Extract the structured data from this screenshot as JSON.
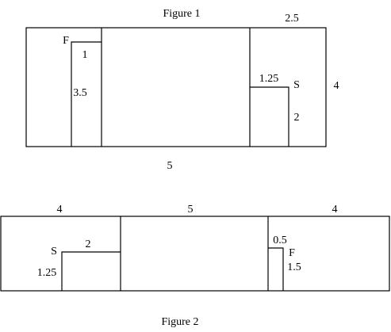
{
  "figure1": {
    "title": "Figure 1",
    "labels": {
      "top_right_width": "2.5",
      "right_height": "4",
      "bottom_length": "5",
      "f_letter": "F",
      "f_width": "1",
      "f_height": "3.5",
      "s_letter": "S",
      "s_width": "1.25",
      "s_height": "2"
    }
  },
  "figure2": {
    "title": "Figure 2",
    "labels": {
      "left_width": "4",
      "middle_width": "5",
      "right_width": "4",
      "s_letter": "S",
      "s_width": "2",
      "s_height": "1.25",
      "f_width": "0.5",
      "f_letter": "F",
      "f_height": "1.5"
    }
  }
}
